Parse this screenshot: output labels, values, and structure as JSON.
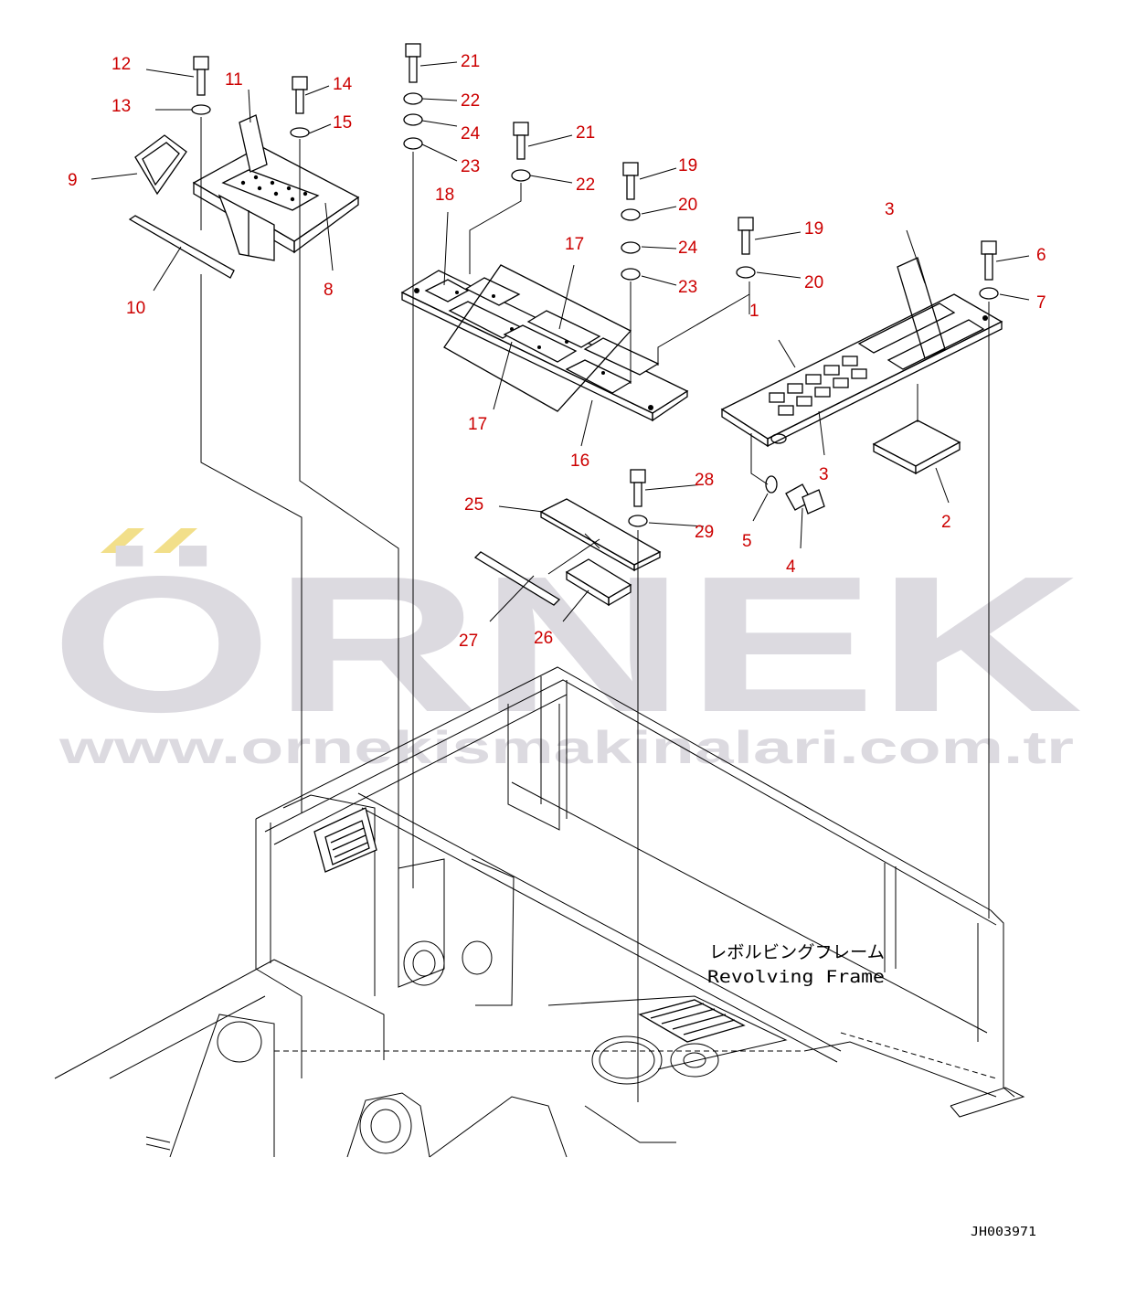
{
  "watermark": {
    "brand": "ÖRNEK",
    "url": "www.ornekismakinalari.com.tr",
    "brand_color": "#dcdae0",
    "accent_color": "#f2df8a"
  },
  "frame_label": {
    "japanese": "レボルビングフレーム",
    "english": "Revolving Frame"
  },
  "drawing_code": "JH003971",
  "callouts": [
    {
      "id": "c12",
      "text": "12"
    },
    {
      "id": "c13",
      "text": "13"
    },
    {
      "id": "c11",
      "text": "11"
    },
    {
      "id": "c14",
      "text": "14"
    },
    {
      "id": "c15",
      "text": "15"
    },
    {
      "id": "c9",
      "text": "9"
    },
    {
      "id": "c8",
      "text": "8"
    },
    {
      "id": "c10",
      "text": "10"
    },
    {
      "id": "c21a",
      "text": "21"
    },
    {
      "id": "c22a",
      "text": "22"
    },
    {
      "id": "c24a",
      "text": "24"
    },
    {
      "id": "c23a",
      "text": "23"
    },
    {
      "id": "c21b",
      "text": "21"
    },
    {
      "id": "c22b",
      "text": "22"
    },
    {
      "id": "c18",
      "text": "18"
    },
    {
      "id": "c17a",
      "text": "17"
    },
    {
      "id": "c17b",
      "text": "17"
    },
    {
      "id": "c16",
      "text": "16"
    },
    {
      "id": "c19a",
      "text": "19"
    },
    {
      "id": "c20a",
      "text": "20"
    },
    {
      "id": "c24b",
      "text": "24"
    },
    {
      "id": "c23b",
      "text": "23"
    },
    {
      "id": "c19b",
      "text": "19"
    },
    {
      "id": "c20b",
      "text": "20"
    },
    {
      "id": "c1",
      "text": "1"
    },
    {
      "id": "c3a",
      "text": "3"
    },
    {
      "id": "c3b",
      "text": "3"
    },
    {
      "id": "c6",
      "text": "6"
    },
    {
      "id": "c7",
      "text": "7"
    },
    {
      "id": "c2",
      "text": "2"
    },
    {
      "id": "c5",
      "text": "5"
    },
    {
      "id": "c4",
      "text": "4"
    },
    {
      "id": "c28",
      "text": "28"
    },
    {
      "id": "c29",
      "text": "29"
    },
    {
      "id": "c25",
      "text": "25"
    },
    {
      "id": "c27",
      "text": "27"
    },
    {
      "id": "c26",
      "text": "26"
    }
  ]
}
